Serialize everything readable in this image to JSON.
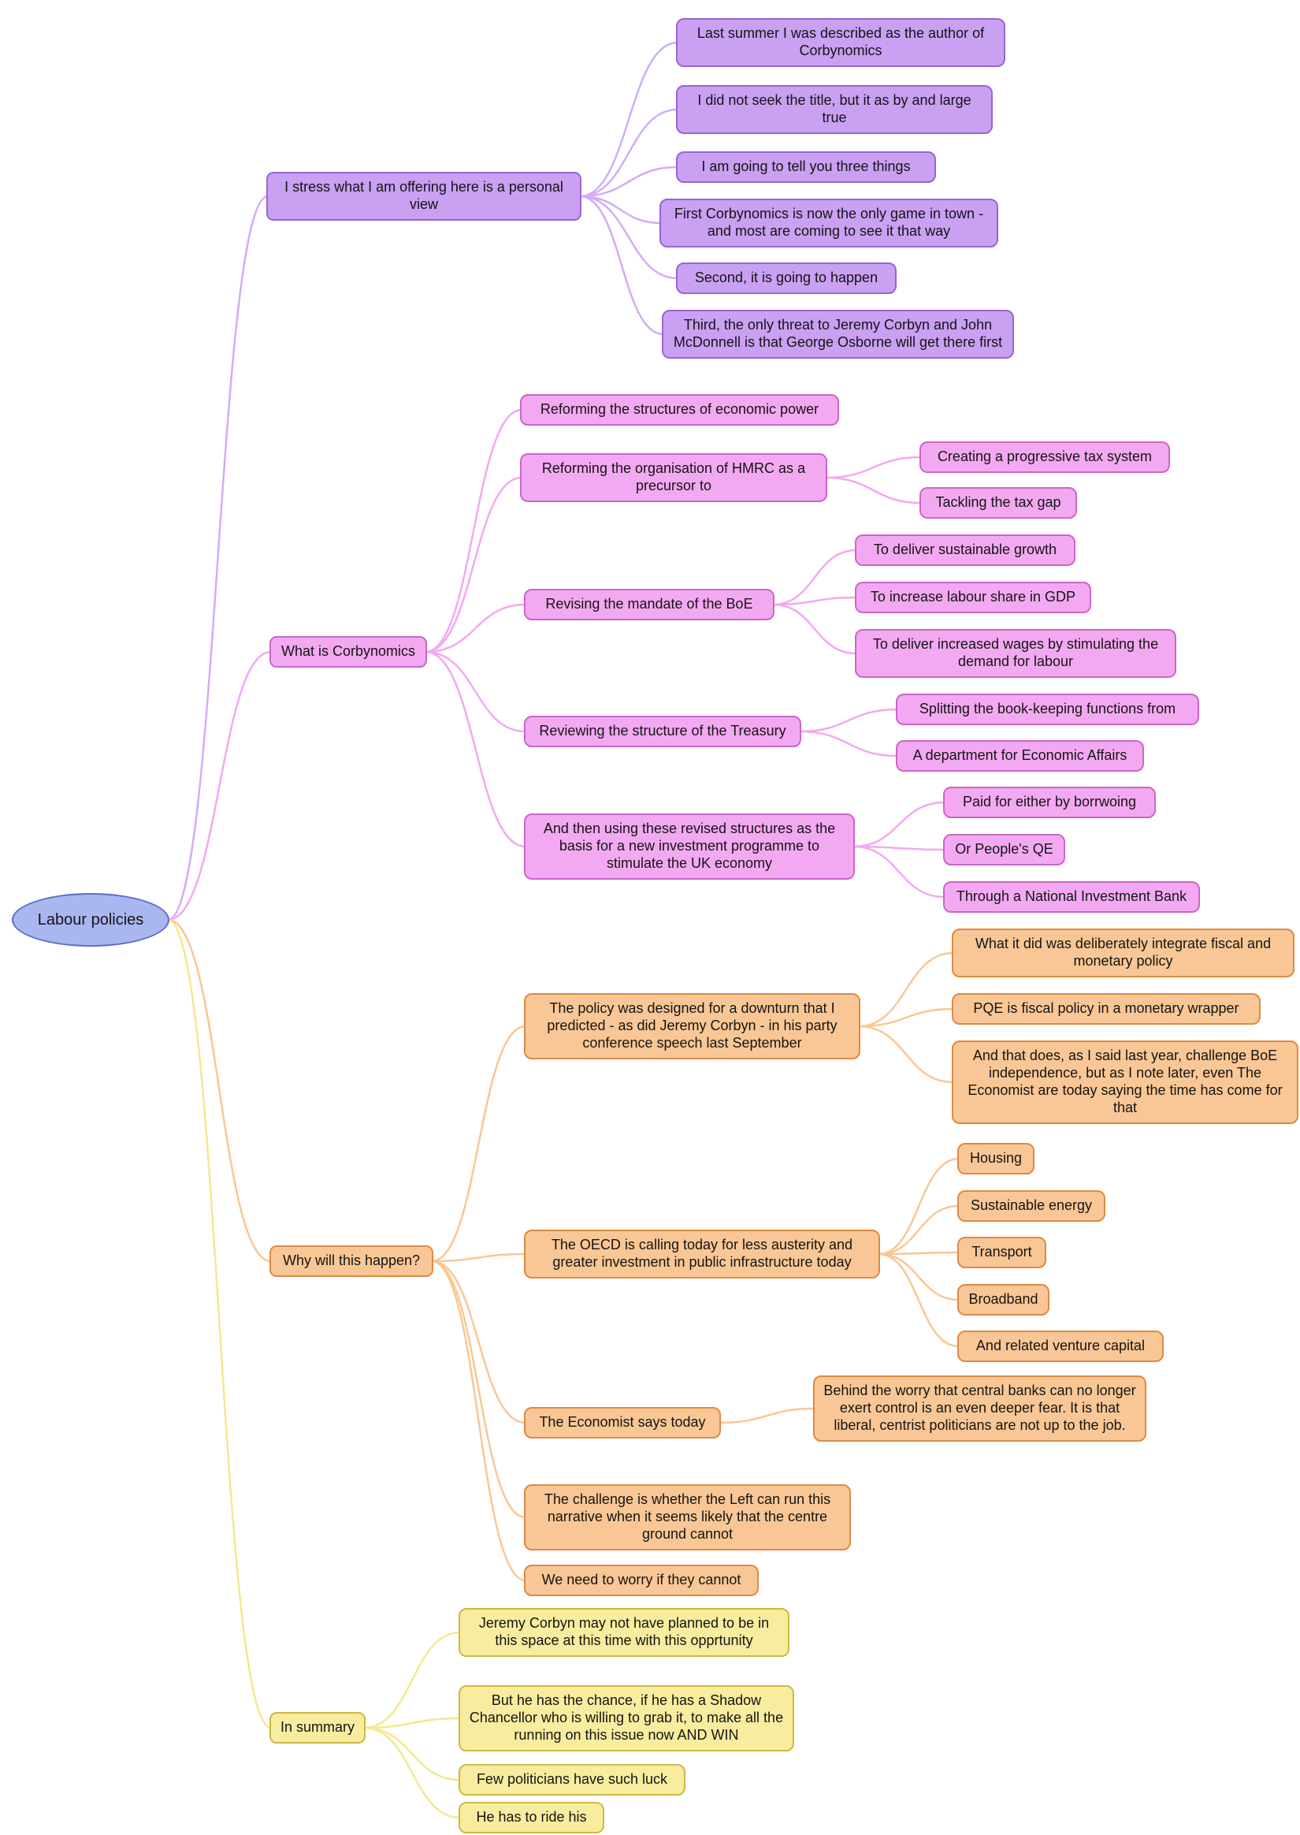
{
  "root": {
    "label": "Labour policies"
  },
  "colors": {
    "root": {
      "fill": "#aab6f0",
      "border": "#5e6dc8",
      "line": "#aab6f0"
    },
    "purple": {
      "fill": "#c9a0f2",
      "border": "#9c63d3",
      "line": "#d2adf6"
    },
    "pink": {
      "fill": "#f3a9f1",
      "border": "#cb66c7",
      "line": "#f3a9f1"
    },
    "orange": {
      "fill": "#f9c795",
      "border": "#dd8a45",
      "line": "#f9c795"
    },
    "yellow": {
      "fill": "#f8ec9f",
      "border": "#cdb845",
      "line": "#f6e88f"
    }
  },
  "branches": {
    "personal": {
      "label": "I stress what I am offering here is a personal view",
      "children": [
        "Last summer I was described as the author of Corbynomics",
        "I did not seek the title, but it as by and large true",
        "I am going to tell you three things",
        "First Corbynomics is now the only game in town - and most are coming to see it that way",
        "Second, it is going to happen",
        "Third, the only threat to Jeremy Corbyn and John McDonnell is that George Osborne will get there first"
      ]
    },
    "corbynomics": {
      "label": "What is Corbynomics",
      "children": [
        {
          "label": "Reforming the structures of economic power",
          "children": []
        },
        {
          "label": "Reforming the organisation of HMRC as a precursor to",
          "children": [
            "Creating a progressive tax system",
            "Tackling the tax gap"
          ]
        },
        {
          "label": "Revising the mandate of the BoE",
          "children": [
            "To deliver sustainable growth",
            "To increase labour share in GDP",
            "To deliver increased wages by stimulating the demand for labour"
          ]
        },
        {
          "label": "Reviewing the structure of the Treasury",
          "children": [
            "Splitting the book-keeping functions from",
            "A department for Economic Affairs"
          ]
        },
        {
          "label": "And then using these revised structures as the basis for a new investment programme to stimulate the UK economy",
          "children": [
            "Paid for either by borrwoing",
            "Or People's QE",
            "Through a National Investment Bank"
          ]
        }
      ]
    },
    "why": {
      "label": "Why will this happen?",
      "children": [
        {
          "label": "The policy was designed for a downturn that I predicted - as did Jeremy Corbyn - in his party conference speech last September",
          "children": [
            "What it did was deliberately integrate fiscal and monetary policy",
            "PQE is fiscal policy in a monetary wrapper",
            "And that does, as I said last year, challenge BoE independence, but as I note later, even The Economist are today saying the time has come for that"
          ]
        },
        {
          "label": "The OECD is calling today for less austerity and greater investment in public infrastructure today",
          "children": [
            "Housing",
            "Sustainable energy",
            "Transport",
            "Broadband",
            "And related venture capital"
          ]
        },
        {
          "label": "The Economist says today",
          "children": [
            "Behind the worry that central banks can no longer exert control is an even deeper fear. It is that liberal, centrist politicians are not up to the job."
          ]
        },
        {
          "label": "The challenge is whether the Left can run this narrative when it seems likely that the centre ground cannot",
          "children": []
        },
        {
          "label": "We need to worry if they cannot",
          "children": []
        }
      ]
    },
    "summary": {
      "label": "In summary",
      "children": [
        "Jeremy Corbyn may not have planned to be in this space at this time with this opprtunity",
        "But he has the chance, if he has a Shadow Chancellor who is willing to grab it, to make all the running on this issue now AND WIN",
        "Few politicians have such luck",
        "He has to ride his"
      ]
    }
  }
}
